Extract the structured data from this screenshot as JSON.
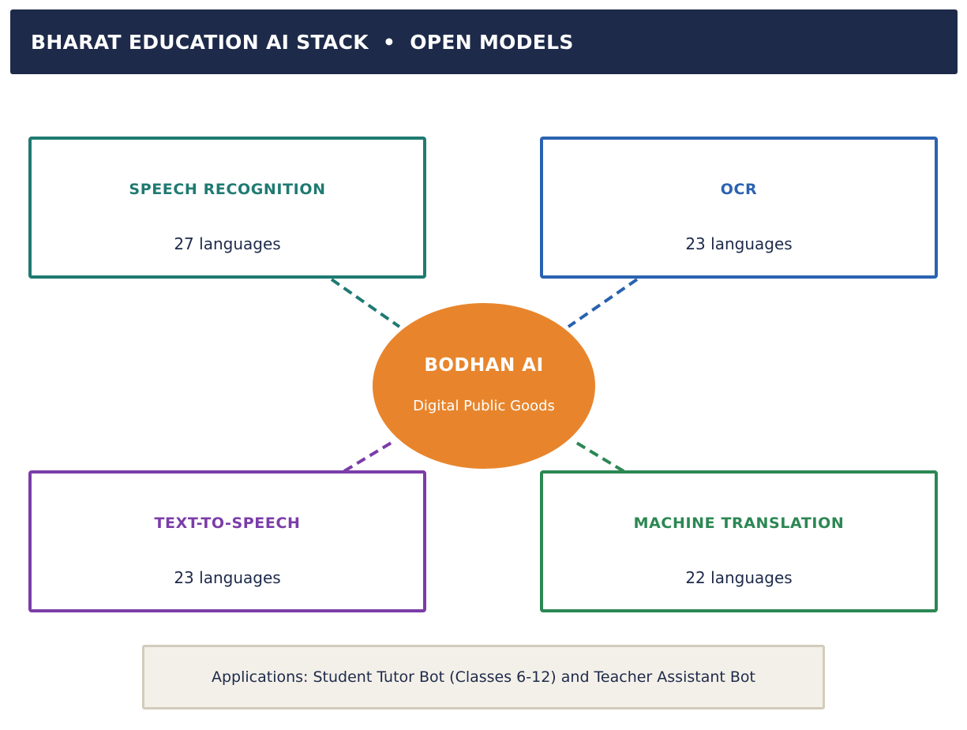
{
  "header": {
    "title": "BHARAT EDUCATION AI STACK",
    "separator": "•",
    "subtitle": "OPEN MODELS"
  },
  "hub": {
    "title": "BODHAN AI",
    "subtitle": "Digital Public Goods",
    "color": "#e8852c"
  },
  "modules": [
    {
      "title": "SPEECH RECOGNITION",
      "value": "27 languages",
      "color": "#1f7a72"
    },
    {
      "title": "OCR",
      "value": "23 languages",
      "color": "#2a62b0"
    },
    {
      "title": "TEXT-TO-SPEECH",
      "value": "23 languages",
      "color": "#7b3da8"
    },
    {
      "title": "MACHINE TRANSLATION",
      "value": "22 languages",
      "color": "#2c8753"
    }
  ],
  "footer": {
    "text": "Applications: Student Tutor Bot (Classes 6-12) and Teacher Assistant Bot"
  },
  "colors": {
    "header_bg": "#1e2a4a",
    "text_dark": "#1e2a4a",
    "footer_bg": "#f3f0e9",
    "footer_border": "#d3cbbb"
  }
}
